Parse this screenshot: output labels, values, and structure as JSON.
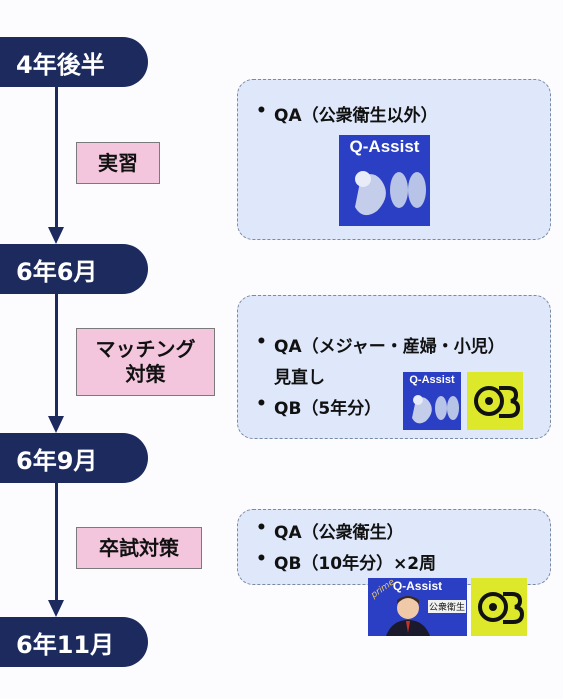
{
  "timeline": {
    "markers": [
      "4年後半",
      "6年6月",
      "6年9月",
      "6年11月"
    ],
    "phases": [
      "実習",
      "マッチング\n対策",
      "卒試対策"
    ]
  },
  "boxes": [
    {
      "lines": [
        "QA（公衆衛生以外）"
      ]
    },
    {
      "lines": [
        "QA（メジャー・産婦・小児）",
        "見直し",
        "QB（5年分）"
      ]
    },
    {
      "lines": [
        "QA（公衆衛生）",
        "QB（10年分）×2周"
      ]
    }
  ],
  "logos": {
    "qassist_label": "Q-Assist",
    "prime_text": "prime",
    "prime_subtitle": "公衆衛生"
  },
  "colors": {
    "marker": "#1c2a5e",
    "phase": "#f4c6dd",
    "box": "#dfe8fb",
    "qassist": "#2b3fc4",
    "qb": "#dde82a"
  }
}
